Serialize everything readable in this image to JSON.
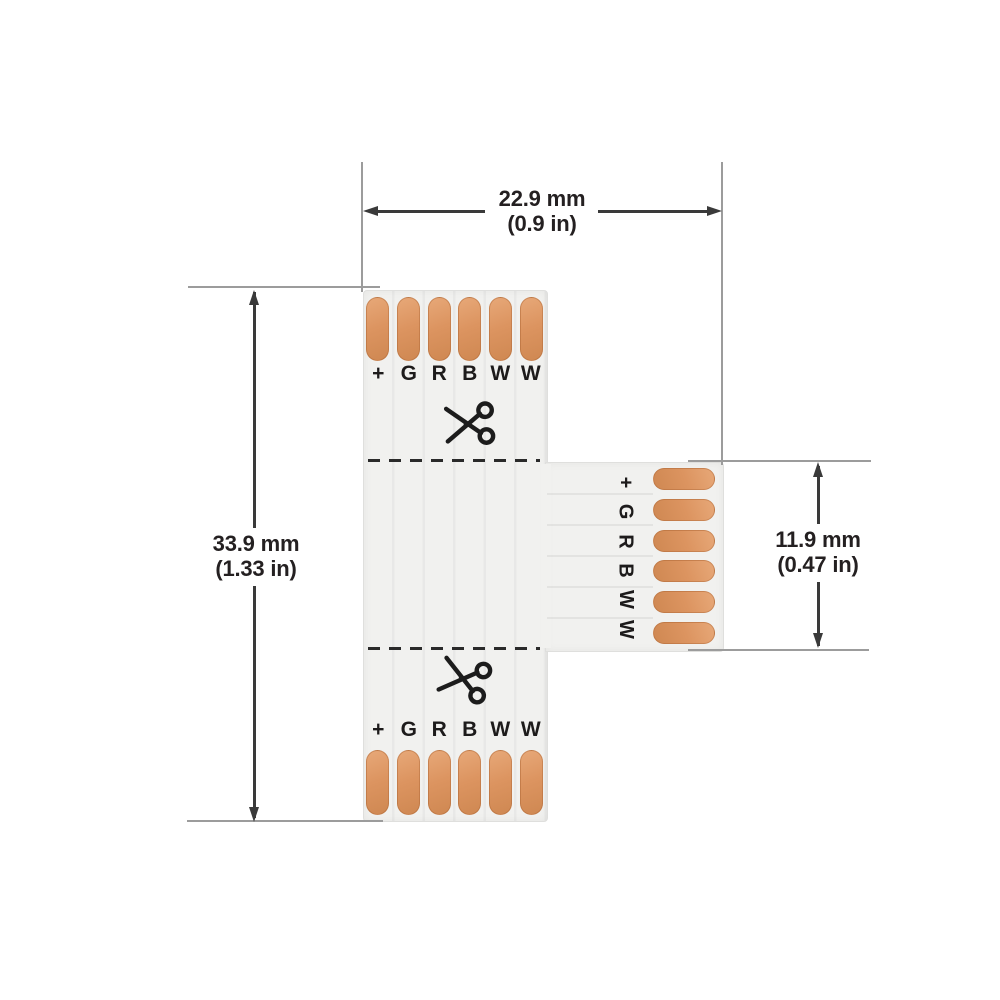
{
  "colors": {
    "canvas-bg": "#ffffff",
    "pcb-fill": "#f1f1ef",
    "pcb-edge": "#dfdfdd",
    "pad-light": "#e7a878",
    "pad-main": "#dc9460",
    "pad-dark": "#cf8852",
    "pad-border": "rgba(170,100,50,0.45)",
    "cut-line": "#2a2a2a",
    "ext-line": "#9c9c9c",
    "dim-line": "#3a3a3a",
    "dim-text": "#242021",
    "pin-text": "#1d1b1b"
  },
  "pcb": {
    "pin_labels": [
      "+",
      "G",
      "R",
      "B",
      "W",
      "W"
    ],
    "icons": {
      "cut_here": "scissors"
    }
  },
  "dims": {
    "width": {
      "mm": "22.9 mm",
      "inch": "(0.9 in)"
    },
    "height": {
      "mm": "33.9 mm",
      "inch": "(1.33 in)"
    },
    "branch": {
      "mm": "11.9 mm",
      "inch": "(0.47 in)"
    }
  }
}
